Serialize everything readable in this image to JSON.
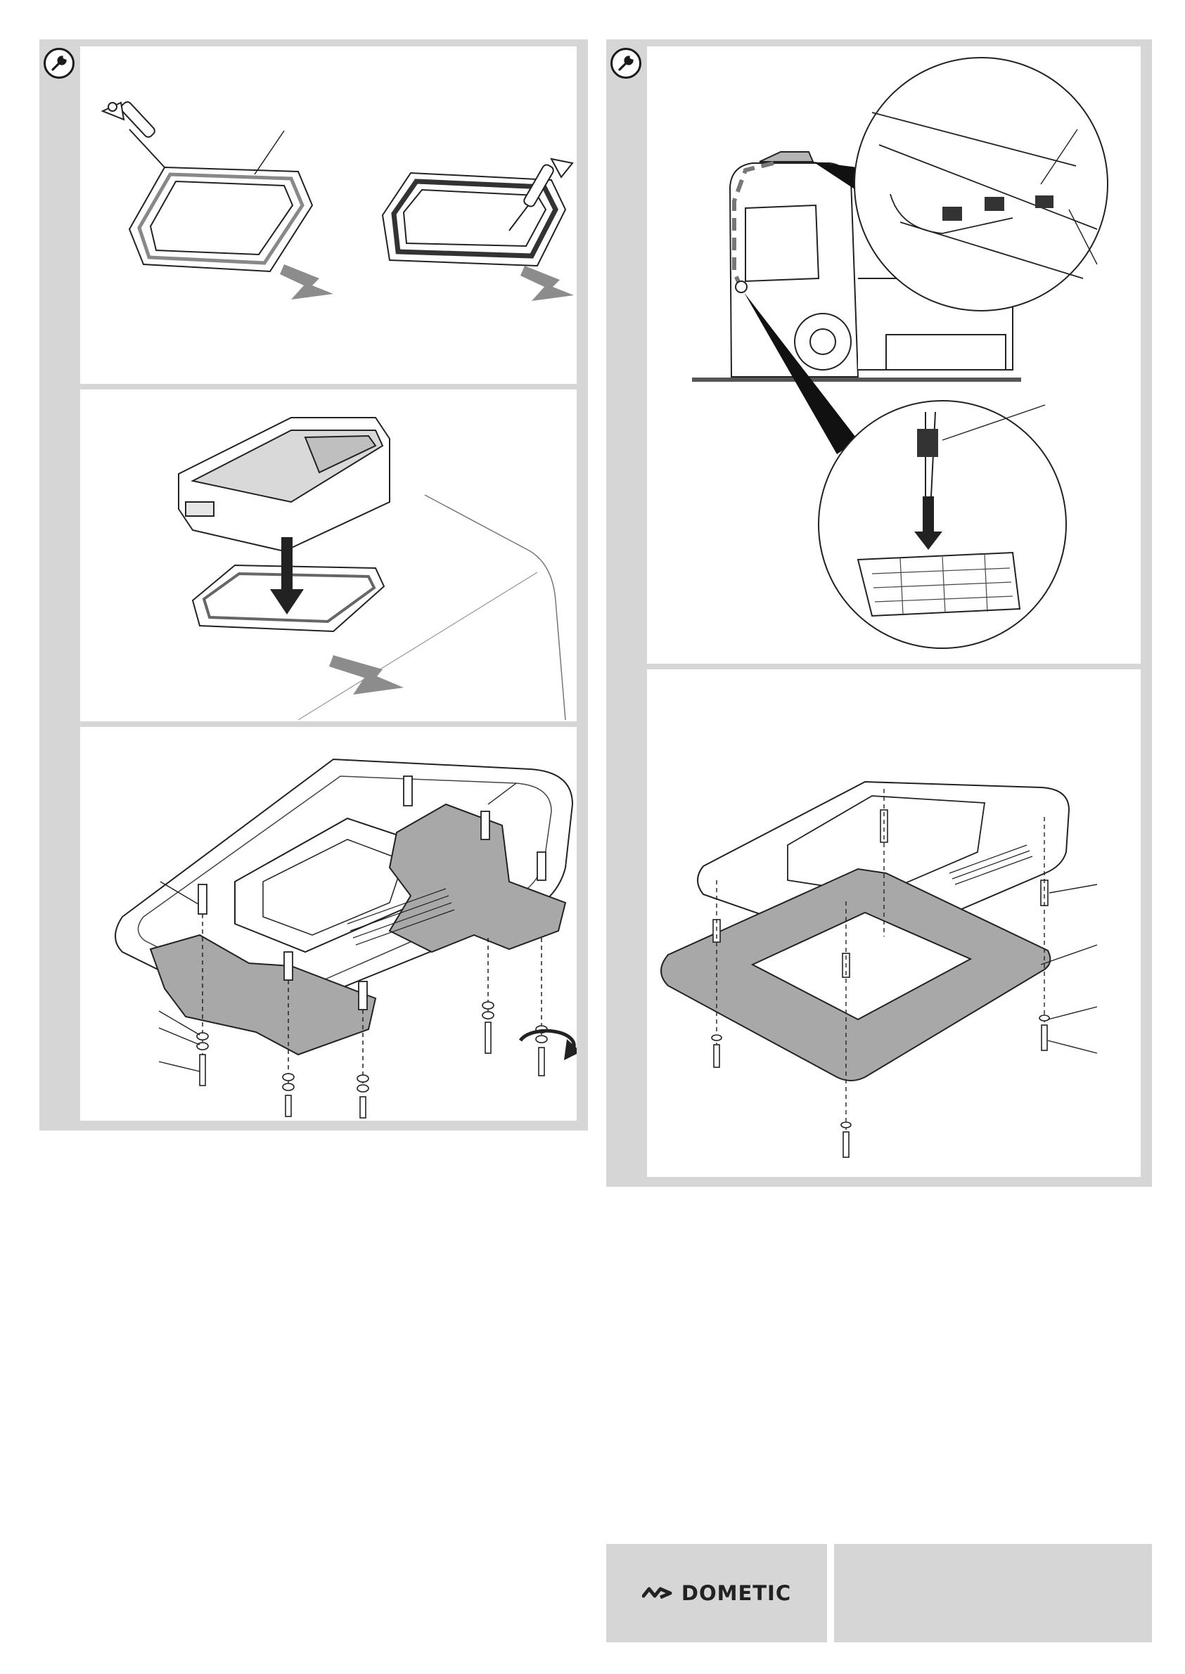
{
  "page": {
    "sections": [
      {
        "name": "left-installation-section",
        "tool_icon": "wrench-icon"
      },
      {
        "name": "right-installation-section",
        "tool_icon": "wrench-icon"
      }
    ]
  },
  "footer": {
    "brand_name": "DOMETIC",
    "brand_icon": "dometic-chevron-logo-icon",
    "right_box_text": ""
  },
  "colors": {
    "frame_gray": "#d6d6d7",
    "panel_white": "#ffffff",
    "line_dark": "#222222",
    "part_gray": "#a8a8a8",
    "arrow_gray": "#8c8c8c"
  }
}
